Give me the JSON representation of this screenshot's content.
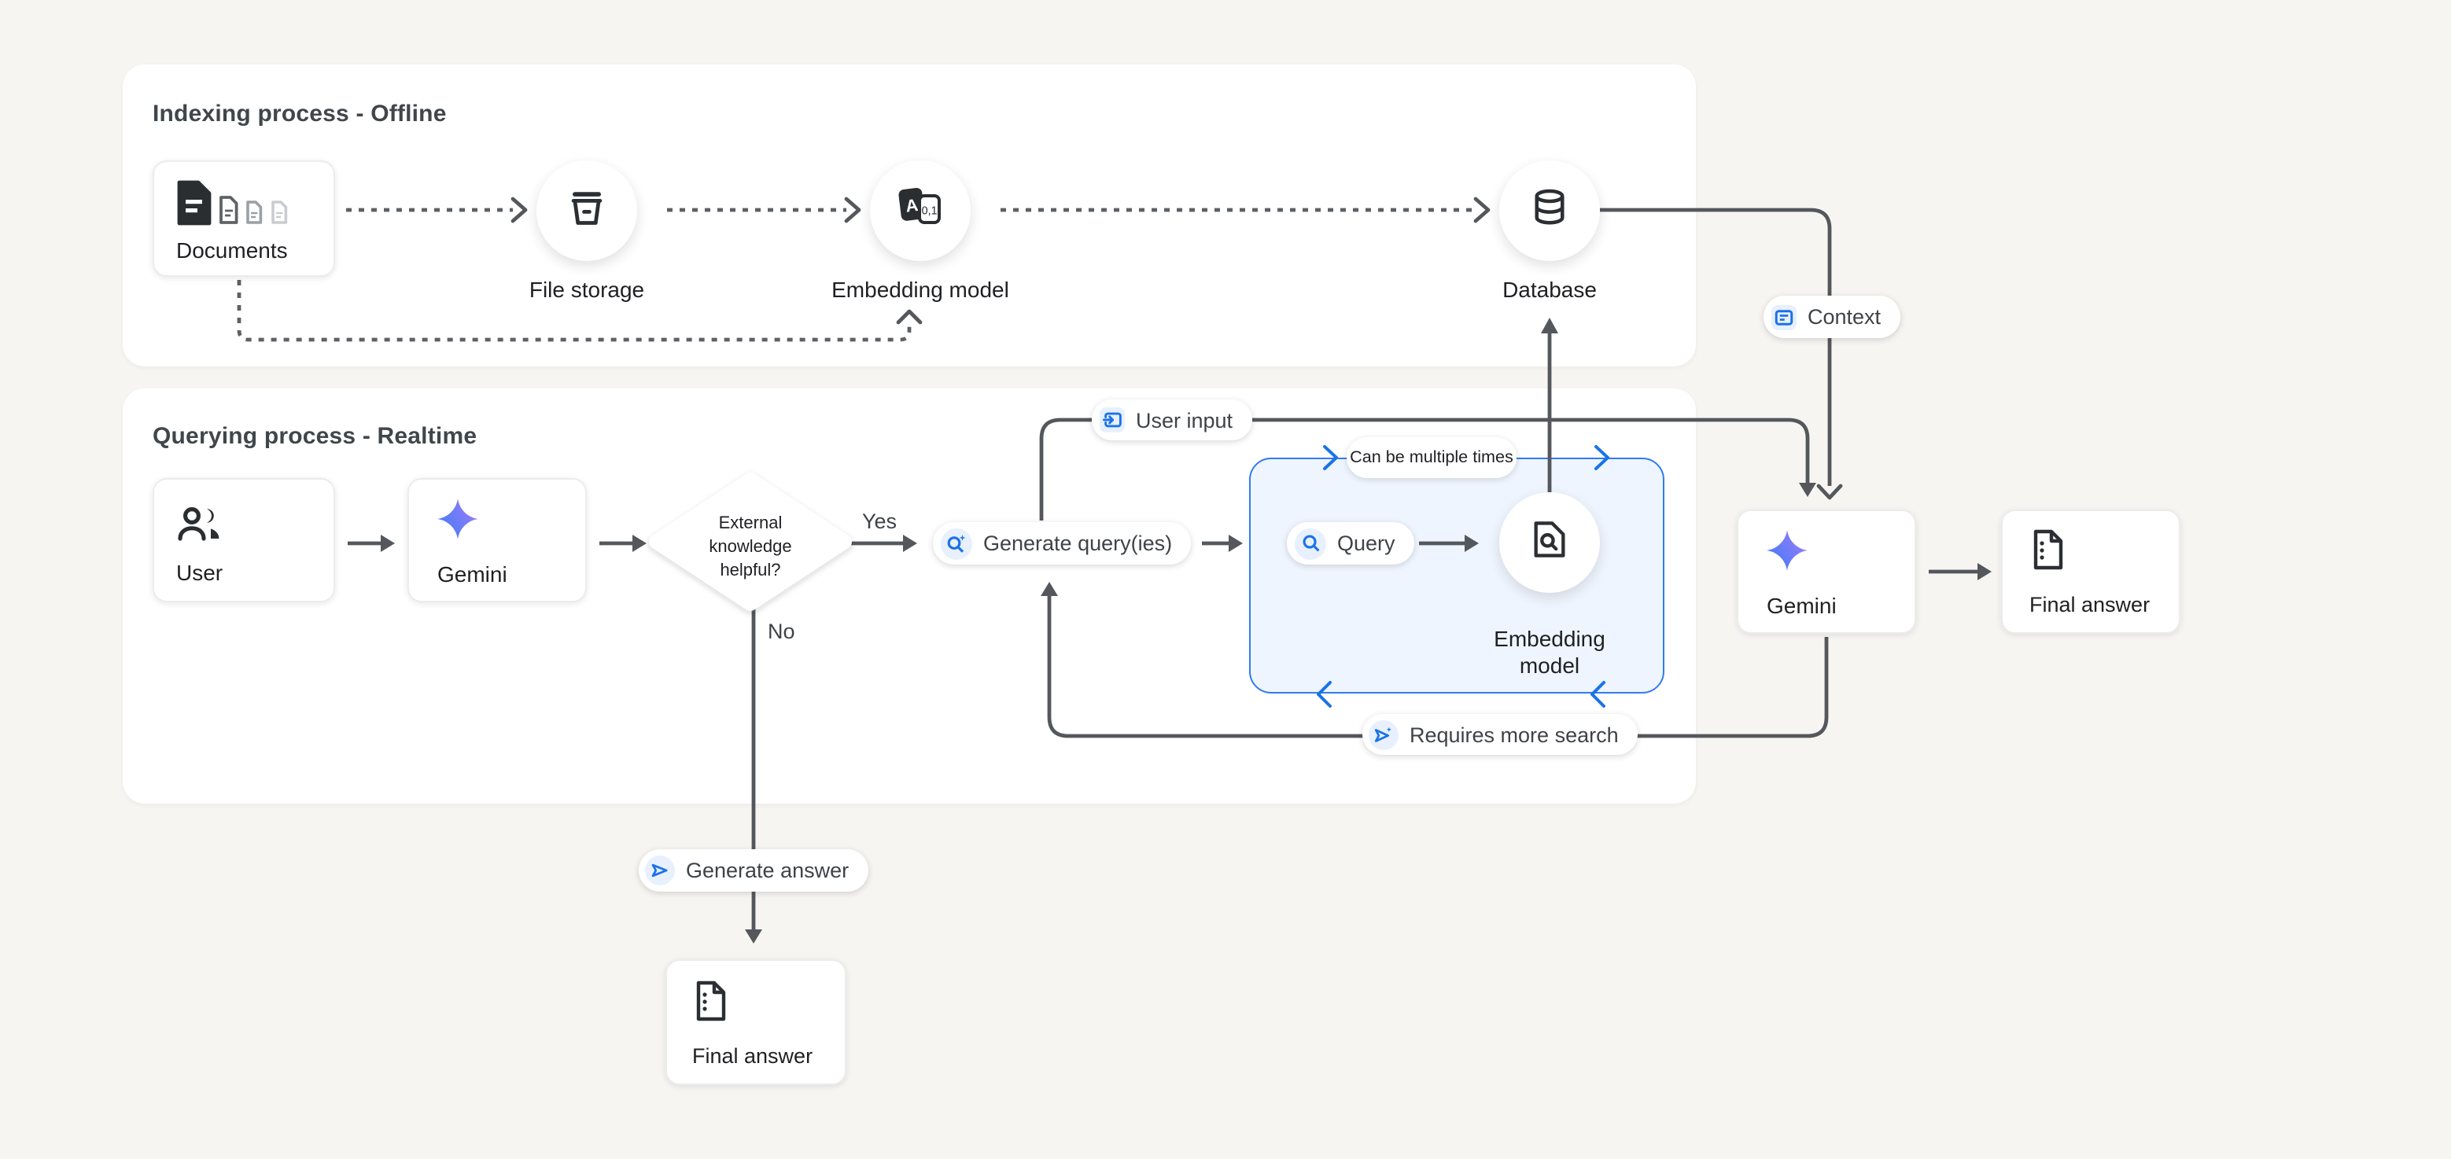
{
  "titles": {
    "indexing": "Indexing process - Offline",
    "querying": "Querying process - Realtime"
  },
  "nodes": {
    "documents": "Documents",
    "file_storage": "File storage",
    "embedding_offline": "Embedding model",
    "database": "Database",
    "user": "User",
    "gemini_query": "Gemini",
    "embedding_online_line1": "Embedding",
    "embedding_online_line2": "model",
    "gemini_synthesis": "Gemini",
    "final_answer_main": "Final answer",
    "final_answer_no_branch": "Final answer"
  },
  "decision": {
    "line1": "External",
    "line2": "knowledge",
    "line3": "helpful?",
    "yes": "Yes",
    "no": "No"
  },
  "pills": {
    "context": "Context",
    "user_input": "User input",
    "generate_queries": "Generate query(ies)",
    "query": "Query",
    "can_be_multiple_times": "Can be multiple times",
    "requires_more_search": "Requires more search",
    "generate_answer": "Generate answer"
  },
  "icons": [
    "documents-stack-icon",
    "storage-bucket-icon",
    "translate-binary-icon",
    "database-cylinder-icon",
    "users-icon",
    "gemini-star-icon",
    "document-search-icon",
    "document-lines-icon",
    "context-article-icon",
    "input-arrow-icon",
    "search-sparkle-icon",
    "search-icon",
    "send-sparkle-icon",
    "send-icon"
  ],
  "colors": {
    "bg": "#f7f5f2",
    "panel": "#ffffff",
    "line": "#54585c",
    "dash": "#5d6165",
    "accent": "#1a73e8",
    "iconbg": "#e8f0fe",
    "loopborder": "#2f7cf0",
    "loopfill": "#eff5fe",
    "gemini_gradient_start": "#3e7df6",
    "gemini_gradient_end": "#9e7bfa"
  }
}
